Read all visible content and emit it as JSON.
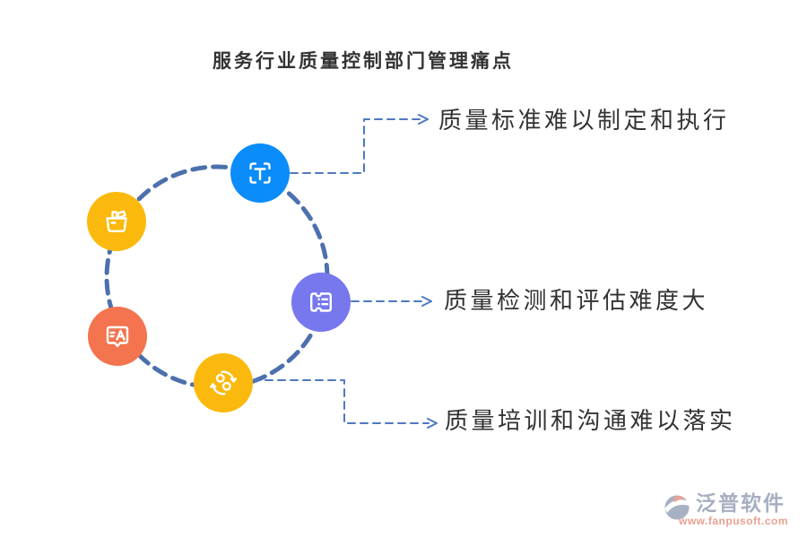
{
  "title": "服务行业质量控制部门管理痛点",
  "diagram": {
    "circle_color": "#4C70AD",
    "connector_color": "#4D79C0",
    "text_color": "#333333",
    "nodes": [
      {
        "id": "text-scan",
        "icon": "text-scan-icon",
        "color": "#0A8CFA"
      },
      {
        "id": "basket",
        "icon": "basket-icon",
        "color": "#FBB90D"
      },
      {
        "id": "translate",
        "icon": "translate-bubble-icon",
        "color": "#F3744E"
      },
      {
        "id": "ticket",
        "icon": "ticket-icon",
        "color": "#7778EE"
      },
      {
        "id": "sync",
        "icon": "sync-arrows-icon",
        "color": "#FBB90D"
      }
    ],
    "pain_points": [
      "质量标准难以制定和执行",
      "质量检测和评估难度大",
      "质量培训和沟通难以落实"
    ]
  },
  "watermark": {
    "brand": "泛普软件",
    "url": "www.fanpusoft.com",
    "brand_color": "#A6AFC0",
    "url_color": "#EBA092",
    "logo_gray": "#A8B1C3",
    "logo_salmon": "#E8A294"
  }
}
